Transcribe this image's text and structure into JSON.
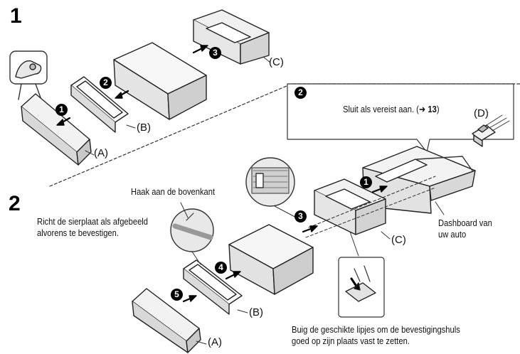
{
  "steps": {
    "step1": "1",
    "step2": "2"
  },
  "callout_step2": {
    "badge": "2",
    "text": "Sluit als vereist aan. (",
    "arrow": "➜",
    "page_ref": "13",
    "close": ")",
    "part": "(D)"
  },
  "parts": {
    "a": "(A)",
    "b": "(B)",
    "c": "(C)"
  },
  "section1": {
    "badge1": "1",
    "badge2": "2",
    "badge3": "3"
  },
  "section2": {
    "badge1": "1",
    "badge3": "3",
    "badge4": "4",
    "badge5": "5",
    "hook_label": "Haak aan de bovenkant",
    "align_note_line1": "Richt de sierplaat als afgebeeld",
    "align_note_line2": "alvorens te bevestigen.",
    "dashboard_line1": "Dashboard van",
    "dashboard_line2": "uw auto",
    "bend_note_line1": "Buig de geschikte lipjes om de bevestigingshuls",
    "bend_note_line2": "goed op zijn plaats vast te zetten."
  }
}
